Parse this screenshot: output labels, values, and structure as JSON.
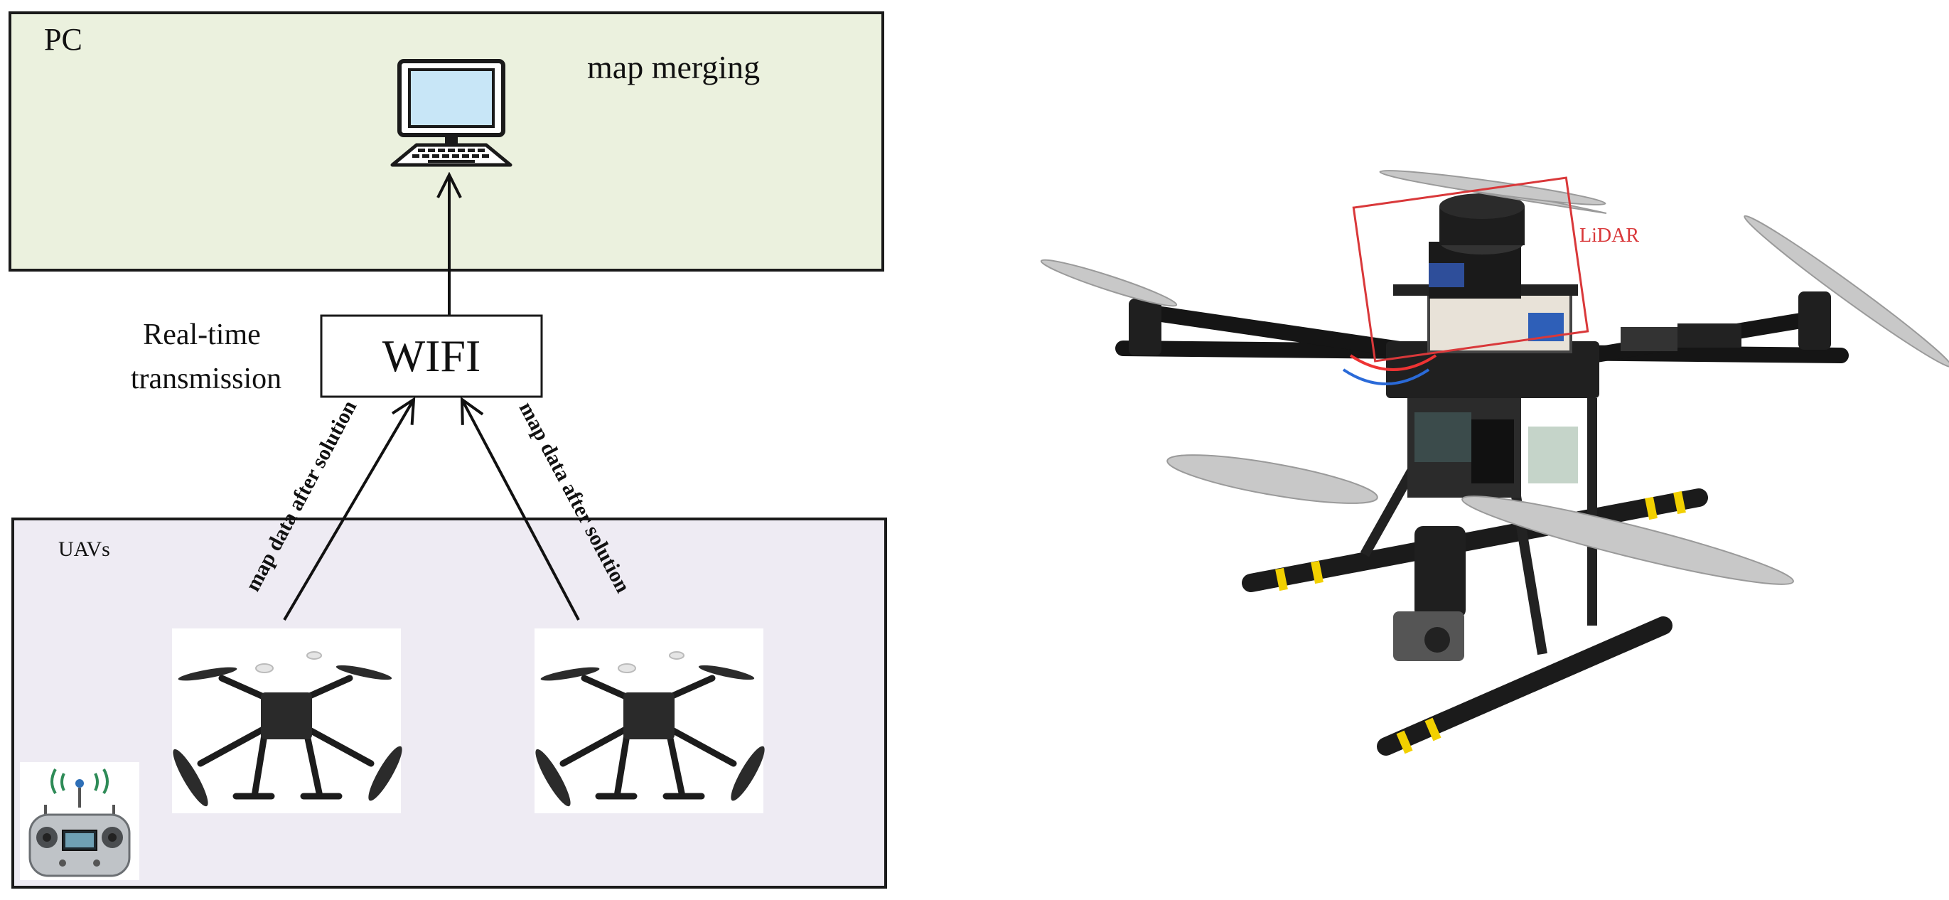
{
  "pc_box": {
    "label": "PC",
    "caption": "map merging",
    "fill": "#EBF1DE"
  },
  "wifi_box": {
    "label": "WIFI"
  },
  "transmission_label": {
    "line1": "Real-time",
    "line2": "transmission"
  },
  "arrow_labels": {
    "left": "map data after solution",
    "right": "map data after solution"
  },
  "uav_box": {
    "label": "UAVs",
    "fill": "#EEEBF3"
  },
  "drone_photo": {
    "lidar_label": "LiDAR",
    "lidar_color": "#D9383A"
  },
  "icons": [
    "laptop-icon",
    "drone-icon",
    "remote-controller-icon",
    "lidar-drone-photo"
  ]
}
